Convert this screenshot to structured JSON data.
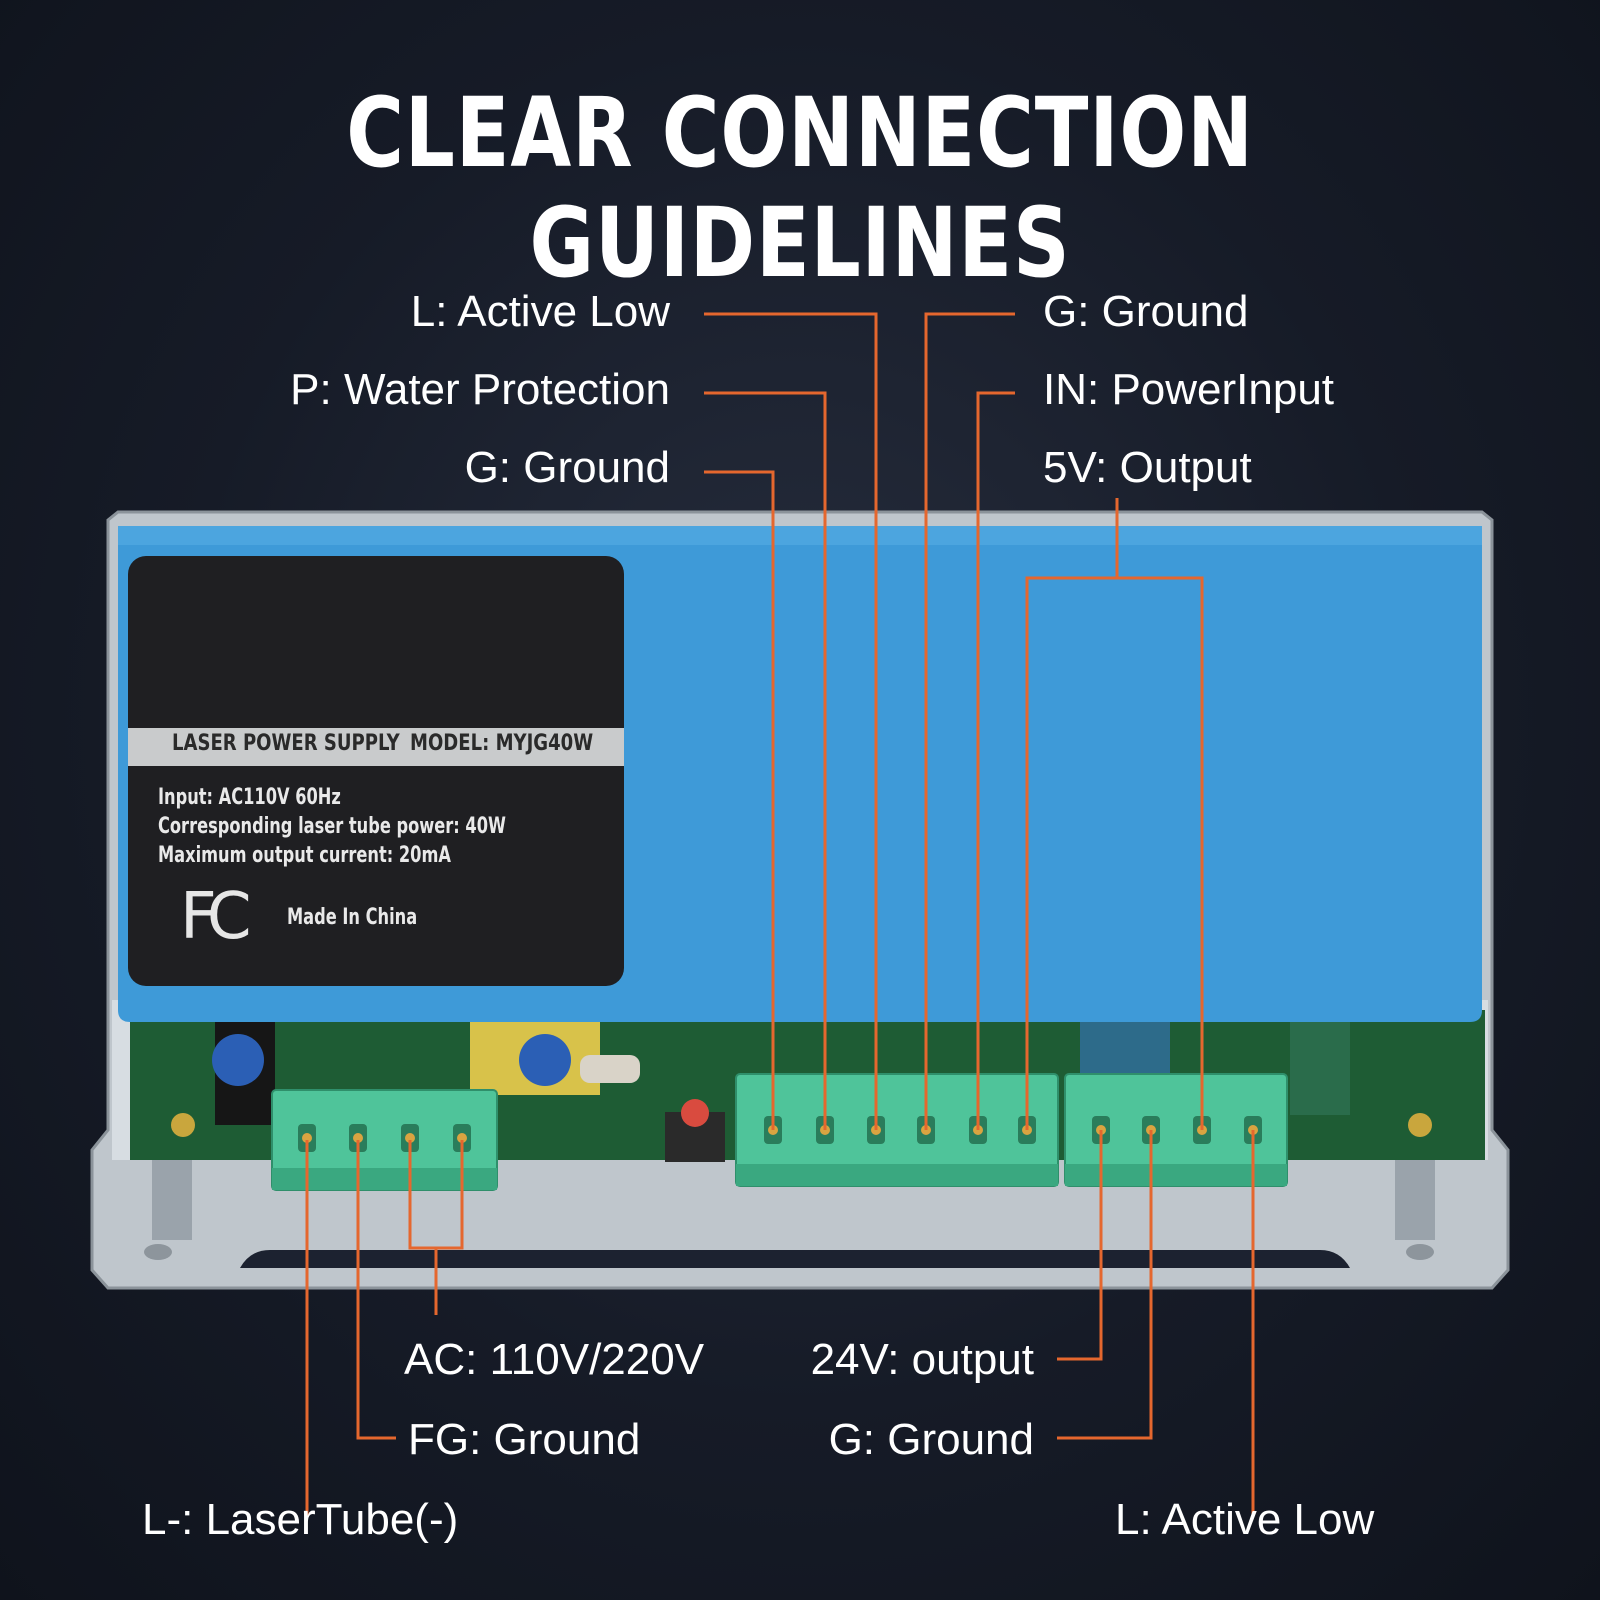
{
  "title": "CLEAR CONNECTION GUIDELINES",
  "sticker": {
    "product": "LASER POWER SUPPLY",
    "model": "MODEL: MYJG40W",
    "spec_lines": [
      "Input: AC110V 60Hz",
      "Corresponding laser tube power: 40W",
      "Maximum output current: 20mA"
    ],
    "made_in": "Made In China",
    "logo": "FC"
  },
  "labels_top_left": [
    "L: Active Low",
    "P: Water Protection",
    "G: Ground"
  ],
  "labels_top_right": [
    "G: Ground",
    "IN: PowerInput",
    "5V: Output"
  ],
  "labels_bottom_left": [
    "AC: 110V/220V",
    "FG: Ground",
    "L-: LaserTube(-)"
  ],
  "labels_bottom_right": [
    "24V: output",
    "G: Ground",
    "L: Active Low"
  ],
  "colors": {
    "background": "#161b27",
    "leader_line": "#e5672e",
    "housing_blue": "#3e9ad8",
    "terminal_green": "#4fc49a",
    "sticker": "#1f1f22"
  }
}
